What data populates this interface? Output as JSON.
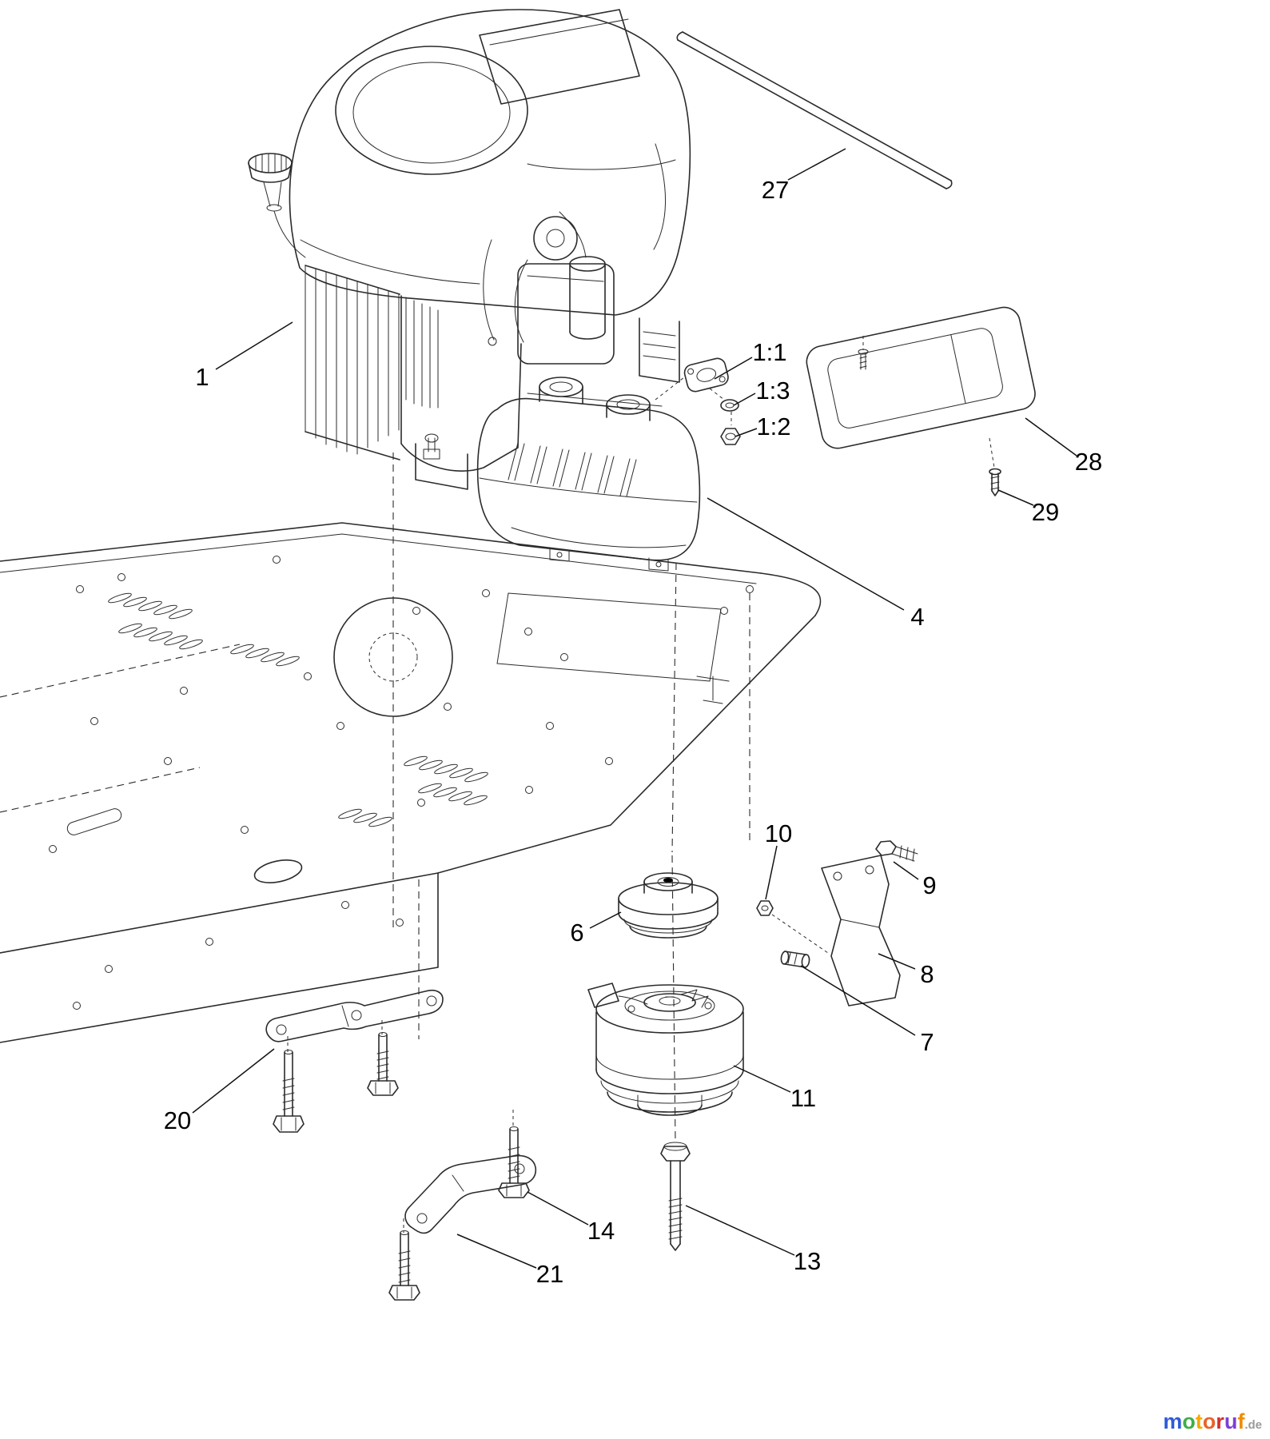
{
  "diagram": {
    "description": "Exploded parts diagram of a riding-mower engine, muffler, clutch and bracket assembly over a chassis frame",
    "line_color": "#2b2b2b",
    "background": "#ffffff",
    "labels": [
      {
        "id": "1",
        "text": "1"
      },
      {
        "id": "1:1",
        "text": "1:1"
      },
      {
        "id": "1:3",
        "text": "1:3"
      },
      {
        "id": "1:2",
        "text": "1:2"
      },
      {
        "id": "4",
        "text": "4"
      },
      {
        "id": "6",
        "text": "6"
      },
      {
        "id": "7",
        "text": "7"
      },
      {
        "id": "8",
        "text": "8"
      },
      {
        "id": "9",
        "text": "9"
      },
      {
        "id": "10",
        "text": "10"
      },
      {
        "id": "11",
        "text": "11"
      },
      {
        "id": "13",
        "text": "13"
      },
      {
        "id": "14",
        "text": "14"
      },
      {
        "id": "20",
        "text": "20"
      },
      {
        "id": "21",
        "text": "21"
      },
      {
        "id": "27",
        "text": "27"
      },
      {
        "id": "28",
        "text": "28"
      },
      {
        "id": "29",
        "text": "29"
      }
    ]
  },
  "watermark": {
    "letters": [
      {
        "ch": "m",
        "color": "#2f5bd6"
      },
      {
        "ch": "o",
        "color": "#3fae49"
      },
      {
        "ch": "t",
        "color": "#f5a800"
      },
      {
        "ch": "o",
        "color": "#e8632c"
      },
      {
        "ch": "r",
        "color": "#d42e2e"
      },
      {
        "ch": "u",
        "color": "#7b3fd6"
      },
      {
        "ch": "f",
        "color": "#f08c00"
      }
    ],
    "suffix": {
      "ch": ".de",
      "color": "#9a9a9a"
    }
  }
}
